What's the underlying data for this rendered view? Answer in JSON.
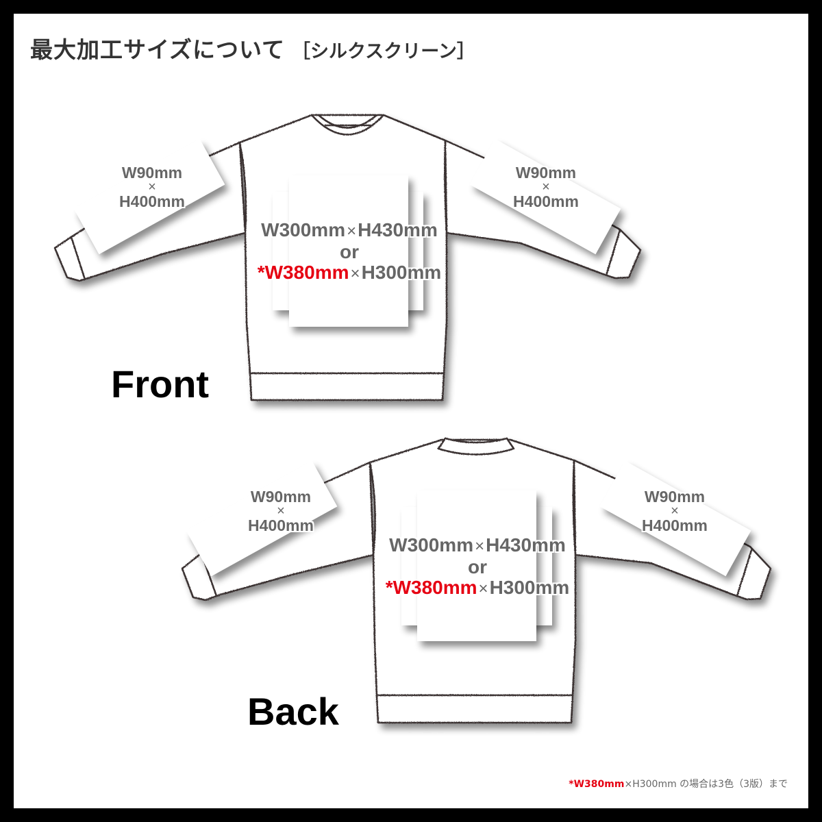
{
  "header": {
    "title": "最大加工サイズについて",
    "subtitle": "［シルクスクリーン］"
  },
  "colors": {
    "background": "#ffffff",
    "frame": "#000000",
    "title": "#333333",
    "label_gray": "#666666",
    "accent_red": "#e60012",
    "outline": "#3a3333"
  },
  "front": {
    "side_label": "Front",
    "left_sleeve": {
      "width": "W90mm",
      "times": "×",
      "height": "H400mm"
    },
    "right_sleeve": {
      "width": "W90mm",
      "times": "×",
      "height": "H400mm"
    },
    "body": {
      "option1_width": "W300mm",
      "option1_height": "H430mm",
      "times": "×",
      "or": "or",
      "option2_width": "*W380mm",
      "option2_height": "H300mm"
    }
  },
  "back": {
    "side_label": "Back",
    "left_sleeve": {
      "width": "W90mm",
      "times": "×",
      "height": "H400mm"
    },
    "right_sleeve": {
      "width": "W90mm",
      "times": "×",
      "height": "H400mm"
    },
    "body": {
      "option1_width": "W300mm",
      "option1_height": "H430mm",
      "times": "×",
      "or": "or",
      "option2_width": "*W380mm",
      "option2_height": "H300mm"
    }
  },
  "footnote": {
    "highlight": "*W380mm",
    "times": "×",
    "rest": "H300mm の場合は3色（3版）まで"
  }
}
